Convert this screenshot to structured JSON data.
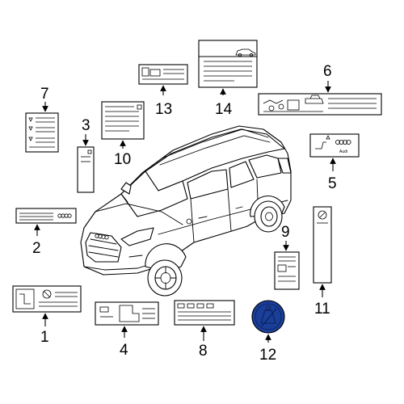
{
  "diagram": {
    "callouts": [
      "1",
      "2",
      "3",
      "4",
      "5",
      "6",
      "7",
      "8",
      "9",
      "10",
      "11",
      "12",
      "13",
      "14"
    ],
    "brand_mark_text": "Audi",
    "accent_color": "#1a3f9a"
  }
}
